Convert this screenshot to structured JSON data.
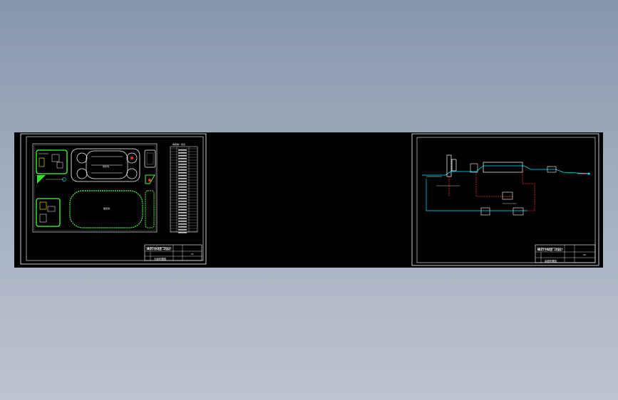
{
  "colors": {
    "background_top": "#8797ab",
    "background_bottom": "#bcc4d1",
    "canvas": "#000000",
    "frame": "#ffffff",
    "green_lines": "#46ff3c",
    "cyan_lines": "#00e5ff",
    "red_lines": "#ff2a2a",
    "yellow_lines": "#ffff00"
  },
  "sheet_left": {
    "title_block": {
      "project": "某城市污水处理厂工程设计",
      "drawing_name": "平面布置图",
      "sheet_no": "01"
    },
    "legend_title": "构筑物一览表"
  },
  "sheet_right": {
    "title_block": {
      "project": "某城市污水处理厂工程设计",
      "drawing_name": "高程布置图",
      "sheet_no": "02"
    }
  }
}
